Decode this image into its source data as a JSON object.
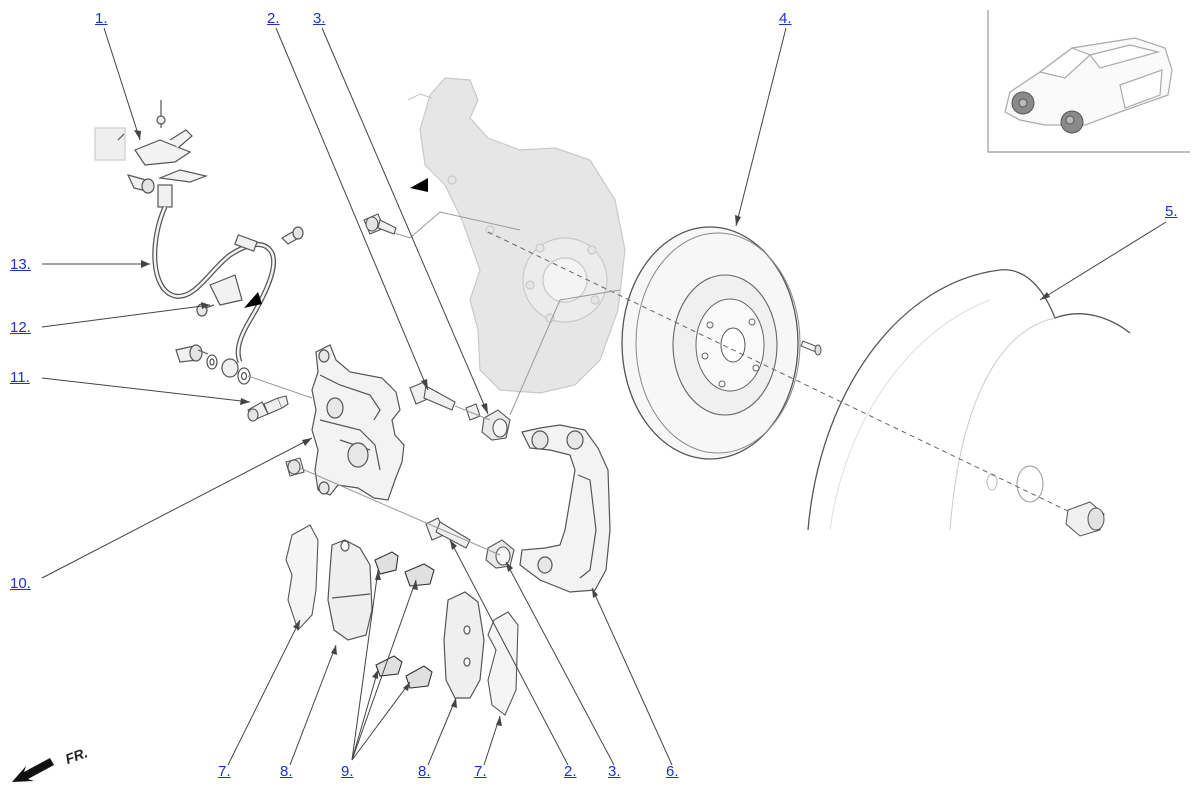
{
  "callouts": {
    "c1": "1.",
    "c2_top": "2.",
    "c3_top": "3.",
    "c4": "4.",
    "c5": "5.",
    "c13": "13.",
    "c12": "12.",
    "c11": "11.",
    "c10": "10.",
    "c7_left": "7.",
    "c8_left": "8.",
    "c9": "9.",
    "c8_right": "8.",
    "c7_right": "7.",
    "c2_bottom": "2.",
    "c3_bottom": "3.",
    "c6": "6."
  },
  "direction_marker": {
    "label": "FR."
  },
  "colors": {
    "callout_link": "#1a33cc",
    "outline": "#555555",
    "part_fill": "#f2f2f2",
    "ghost_fill": "#e3e3e3",
    "leader": "#444444"
  },
  "icons": {
    "direction": "front-arrow-icon"
  }
}
